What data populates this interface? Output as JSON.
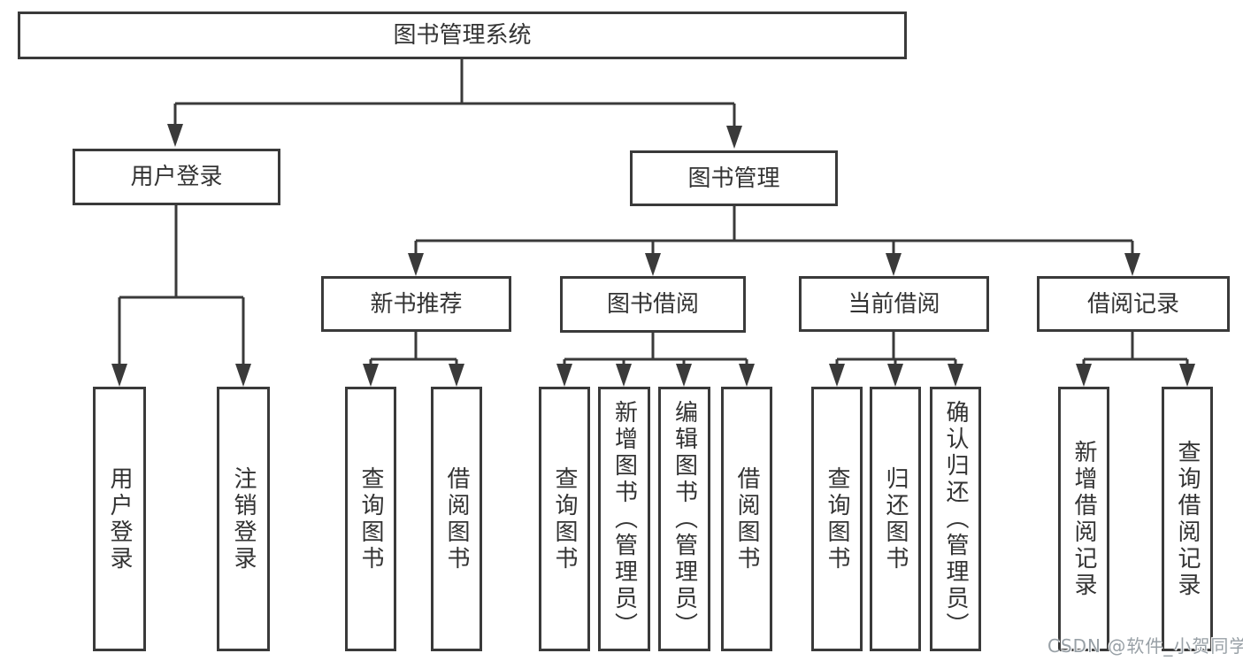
{
  "diagram": {
    "root": {
      "label": "图书管理系统"
    },
    "level2": {
      "user_login": {
        "label": "用户登录"
      },
      "book_mgmt": {
        "label": "图书管理"
      }
    },
    "level3": {
      "new_book": {
        "label": "新书推荐"
      },
      "book_borrow": {
        "label": "图书借阅"
      },
      "current_borrow": {
        "label": "当前借阅"
      },
      "borrow_records": {
        "label": "借阅记录"
      }
    },
    "leaves": {
      "login": [
        "用户登录",
        "注销登录"
      ],
      "recommend": [
        "查询图书",
        "借阅图书"
      ],
      "borrow": [
        "查询图书",
        "新增图书（管理员）",
        "编辑图书（管理员）",
        "借阅图书"
      ],
      "current": [
        "查询图书",
        "归还图书",
        "确认归还（管理员）"
      ],
      "records": [
        "新增借阅记录",
        "查询借阅记录"
      ]
    }
  },
  "watermark": {
    "text": "CSDN @软件_小贺同学"
  },
  "colors": {
    "line": "#3a3a3a",
    "text": "#333333",
    "watermark": "#98a0a6",
    "background": "#ffffff"
  }
}
